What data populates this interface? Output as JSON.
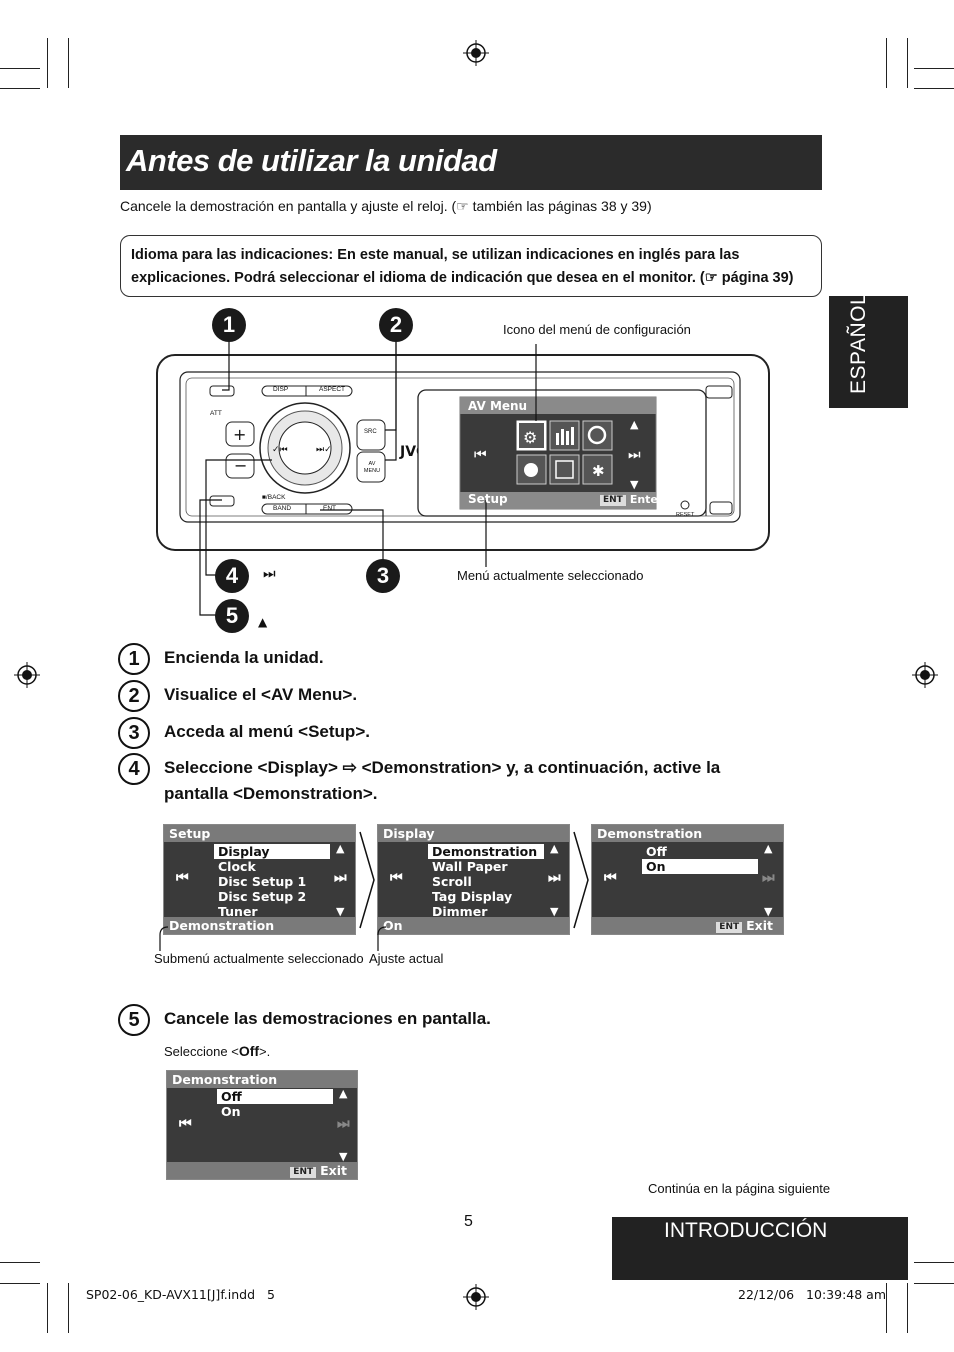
{
  "title": "Antes de utilizar la unidad",
  "intro": "Cancele la demostración en pantalla y ajuste el reloj. (☞ también las páginas 38 y 39)",
  "note": "Idioma para las indicaciones: En este manual, se utilizan indicaciones en inglés para las explicaciones. Podrá seleccionar el idioma de indicación que desea en el monitor. (☞ página 39)",
  "side_tab": "ESPAÑOL",
  "diagram": {
    "badges": [
      "1",
      "2",
      "3",
      "4",
      "5"
    ],
    "callout_setup_icon": "Icono del menú de configuración",
    "callout_current_menu": "Menú actualmente seleccionado",
    "badge4_symbol": "⏭",
    "badge5_symbol": "▲",
    "device": {
      "brand": "JVC",
      "labels": {
        "disp": "DISP",
        "aspect": "ASPECT",
        "src": "SRC",
        "av_menu": "AV MENU",
        "att": "ATT",
        "back": "■/BACK",
        "band": "BAND",
        "ent": "ENT",
        "reset": "RESET"
      },
      "screen_header": "AV Menu",
      "screen_footer": "Setup",
      "screen_enter": "Enter",
      "ent_tag": "ENT"
    }
  },
  "steps": [
    {
      "num": "1",
      "text": "Encienda la unidad."
    },
    {
      "num": "2",
      "text": "Visualice el <AV Menu>."
    },
    {
      "num": "3",
      "text": "Acceda al menú <Setup>."
    },
    {
      "num": "4",
      "text": "Seleccione <Display> ⇨ <Demonstration> y, a continuación, active la pantalla <Demonstration>."
    },
    {
      "num": "5",
      "text": "Cancele las demostraciones en pantalla."
    }
  ],
  "screens": {
    "setup": {
      "header": "Setup",
      "items": [
        "Display",
        "Clock",
        "Disc Setup 1",
        "Disc Setup 2",
        "Tuner"
      ],
      "footer": "Demonstration"
    },
    "display": {
      "header": "Display",
      "items": [
        "Demonstration",
        "Wall Paper",
        "Scroll",
        "Tag Display",
        "Dimmer"
      ],
      "footer": "On"
    },
    "demo1": {
      "header": "Demonstration",
      "items": [
        "Off",
        "On"
      ],
      "footer": "Exit",
      "ent": "ENT"
    },
    "demo2": {
      "header": "Demonstration",
      "items": [
        "Off",
        "On"
      ],
      "footer": "Exit",
      "ent": "ENT"
    }
  },
  "caption_submenu": "Submenú actualmente seleccionado",
  "caption_current": "Ajuste actual",
  "step5_pre": "Seleccione <",
  "step5_bold": "Off",
  "step5_post": ">.",
  "continue_note": "Continúa en la página siguiente",
  "page_number": "5",
  "section": "INTRODUCCIÓN",
  "footer_file": "SP02-06_KD-AVX11[J]f.indd   5",
  "footer_date": "22/12/06   10:39:48 am"
}
